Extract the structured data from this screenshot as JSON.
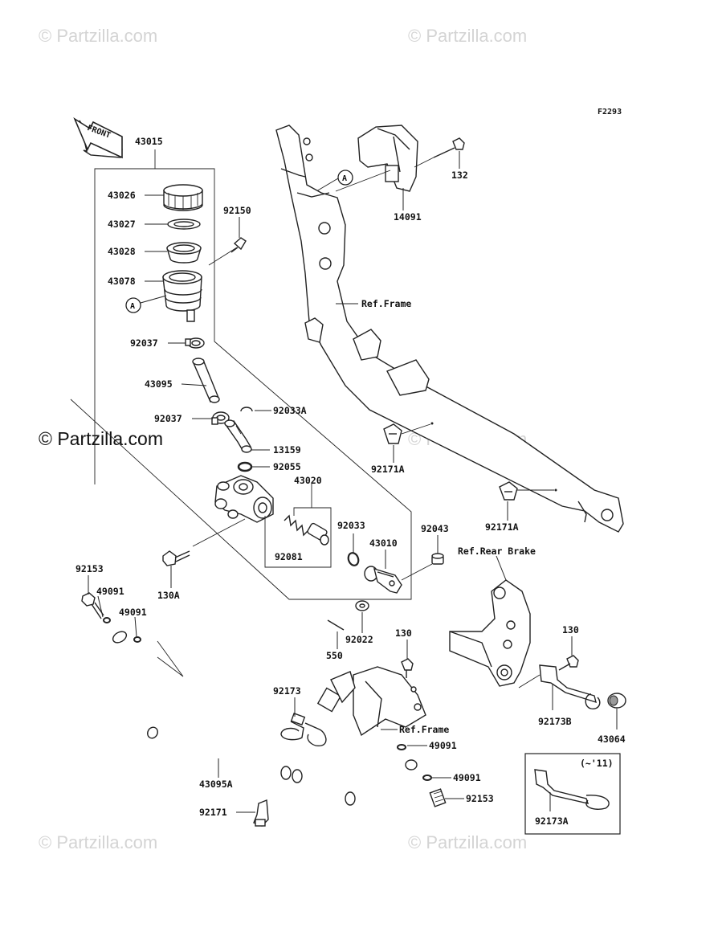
{
  "watermarks": {
    "tl": "© Partzilla.com",
    "tr": "© Partzilla.com",
    "mid": "© Partzilla.com",
    "mid_r": "© Partzilla.com",
    "bl": "© Partzilla.com",
    "br": "© Partzilla.com"
  },
  "diagram_code": "F2293",
  "front_label": "FRONT",
  "callout_a": "A",
  "labels": {
    "p43015": "43015",
    "p43026": "43026",
    "p43027": "43027",
    "p43028": "43028",
    "p43078": "43078",
    "p92150": "92150",
    "p92037a": "92037",
    "p43095": "43095",
    "p92037b": "92037",
    "p92033A": "92033A",
    "p13159": "13159",
    "p92055": "92055",
    "p43020": "43020",
    "p92033": "92033",
    "p92081": "92081",
    "p92043": "92043",
    "p43010": "43010",
    "p130A": "130A",
    "p92153a": "92153",
    "p49091a": "49091",
    "p49091b": "49091",
    "p92022": "92022",
    "p550": "550",
    "p130a": "130",
    "p130b": "130",
    "p92173": "92173",
    "p92173B": "92173B",
    "p43064": "43064",
    "p49091c": "49091",
    "p49091d": "49091",
    "p92153b": "92153",
    "p43095A": "43095A",
    "p92171": "92171",
    "p92173A": "92173A",
    "p132": "132",
    "p14091": "14091",
    "p92171Aa": "92171A",
    "p92171Ab": "92171A",
    "ref_frame_1": "Ref.Frame",
    "ref_frame_2": "Ref.Frame",
    "ref_rear_brake": "Ref.Rear Brake",
    "year_note": "(~'11)"
  }
}
